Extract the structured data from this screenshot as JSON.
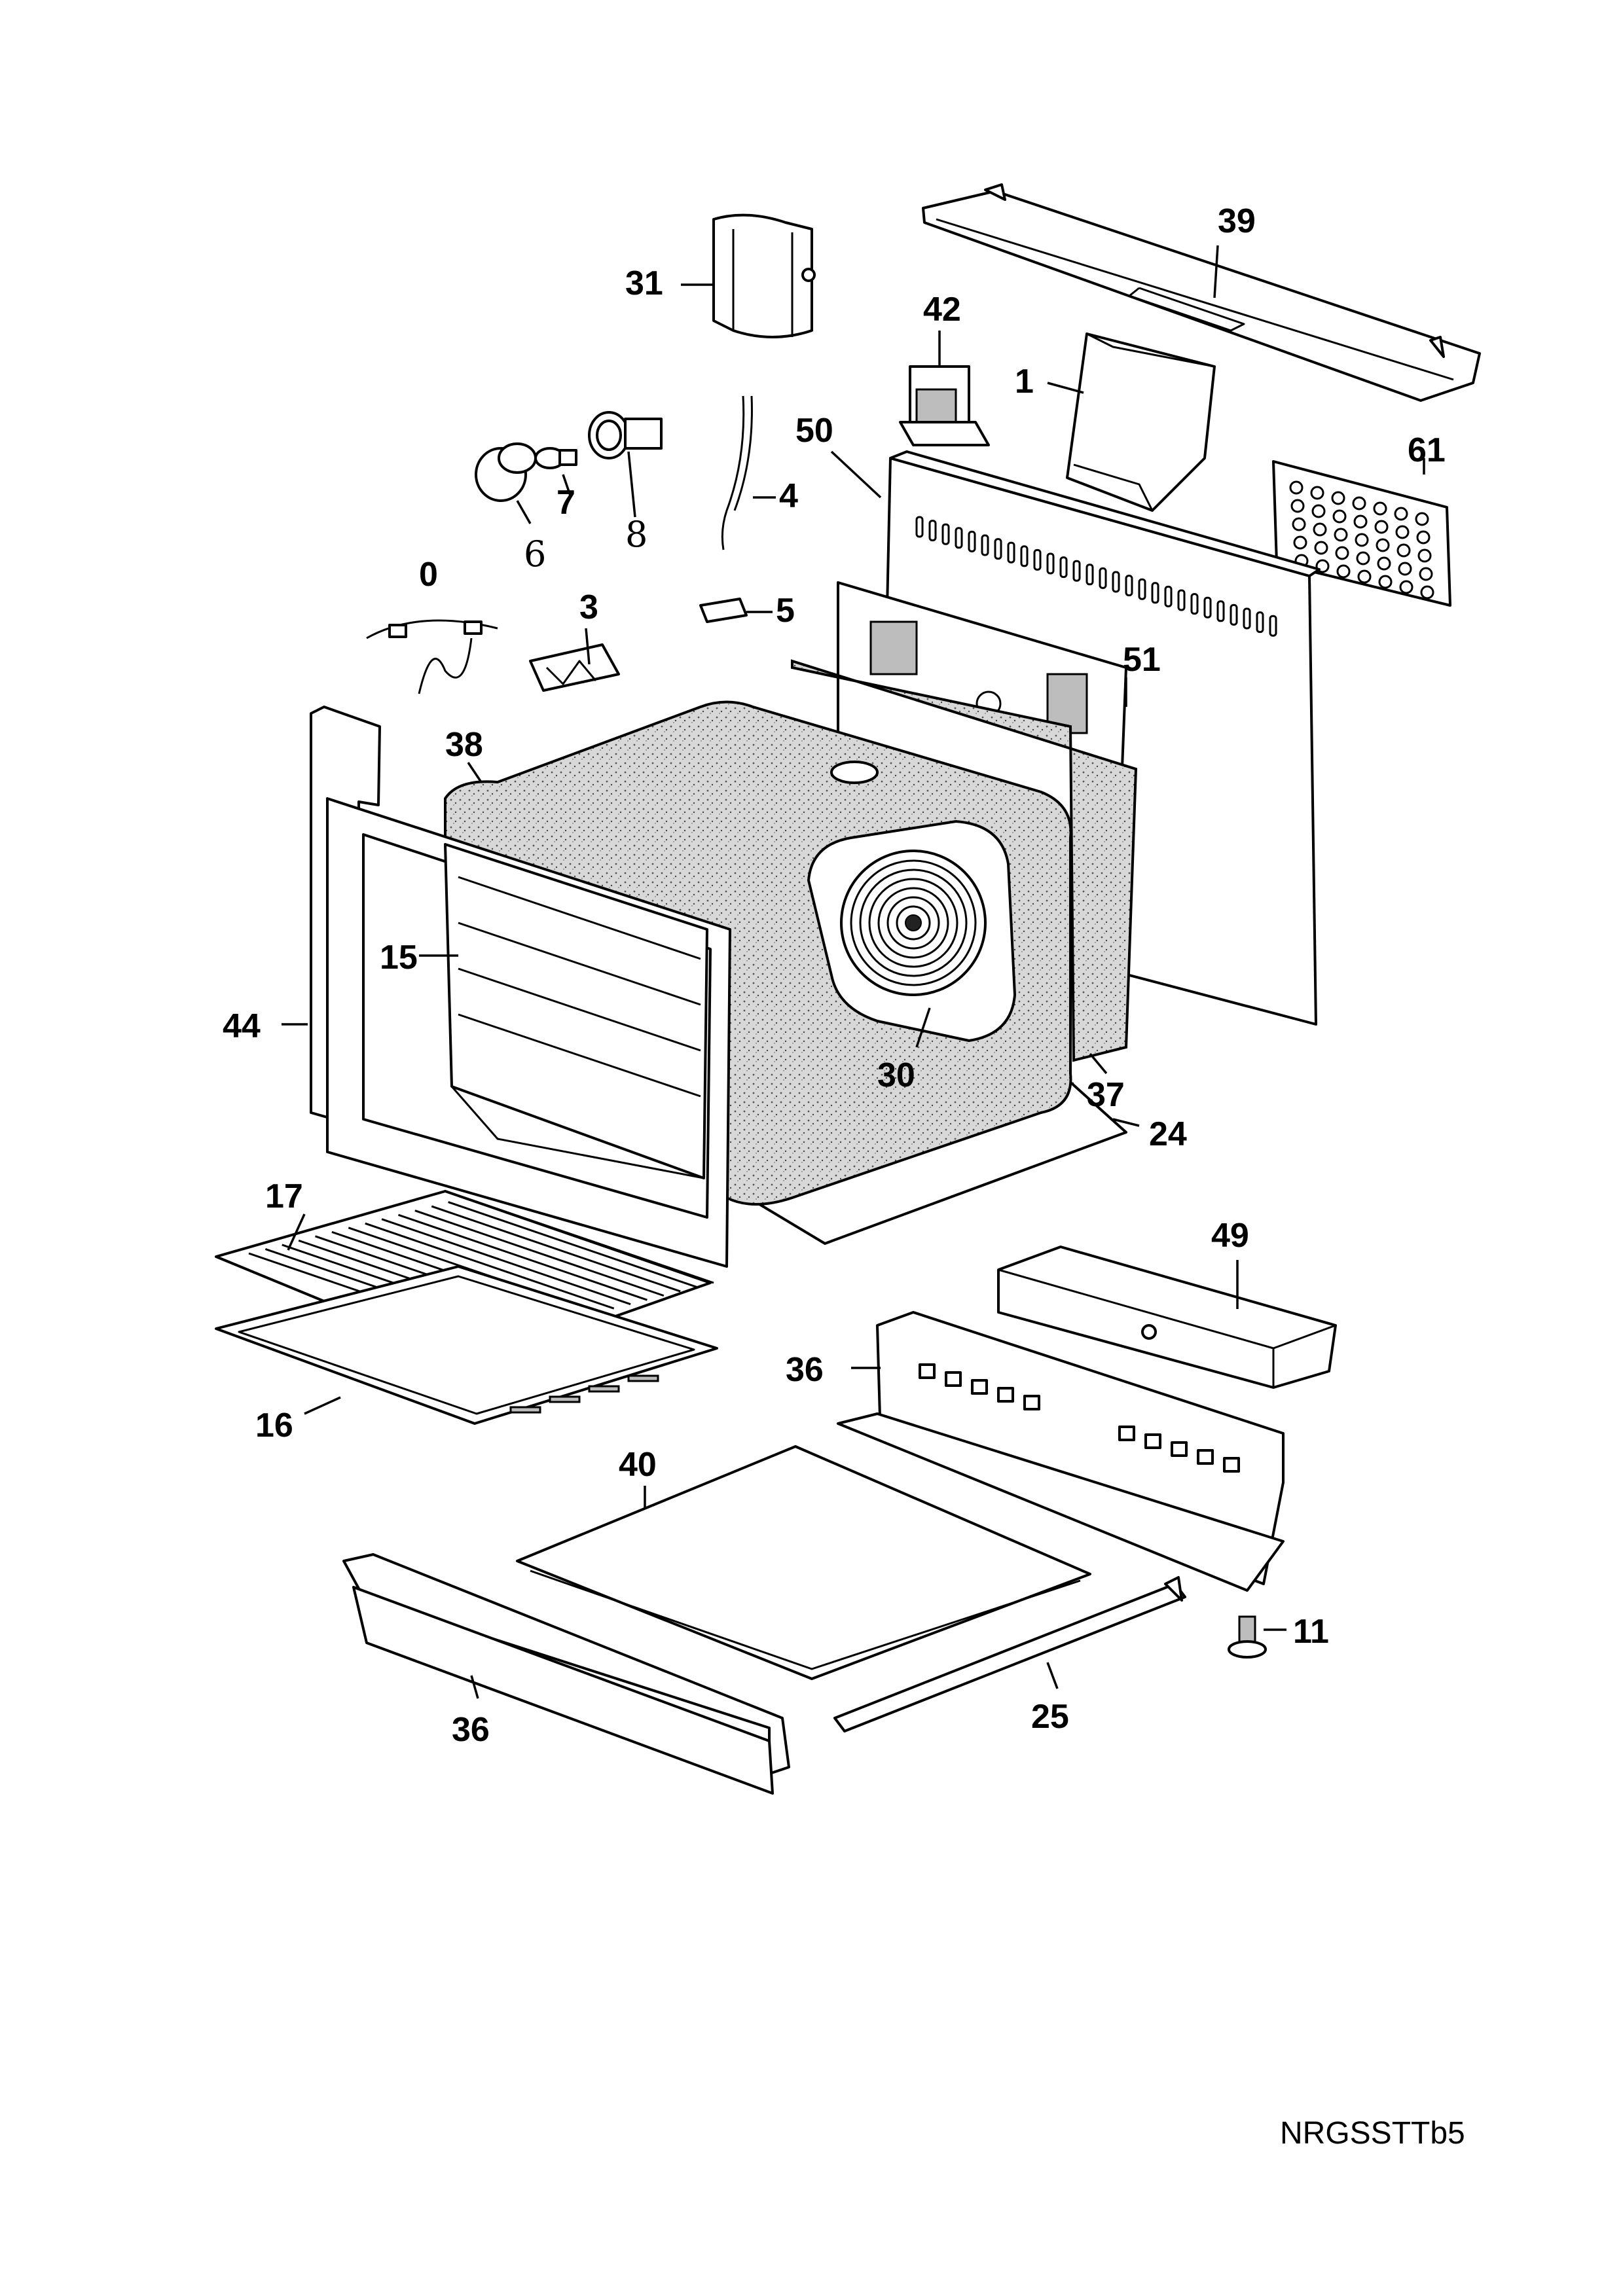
{
  "diagram": {
    "callouts": [
      {
        "id": "c31",
        "label": "31"
      },
      {
        "id": "c39",
        "label": "39"
      },
      {
        "id": "c42",
        "label": "42"
      },
      {
        "id": "c1",
        "label": "1"
      },
      {
        "id": "c50",
        "label": "50"
      },
      {
        "id": "c4",
        "label": "4"
      },
      {
        "id": "c7",
        "label": "7"
      },
      {
        "id": "c6",
        "label": "6"
      },
      {
        "id": "c8",
        "label": "8"
      },
      {
        "id": "c61",
        "label": "61"
      },
      {
        "id": "c0",
        "label": "0"
      },
      {
        "id": "c3",
        "label": "3"
      },
      {
        "id": "c5",
        "label": "5"
      },
      {
        "id": "c51",
        "label": "51"
      },
      {
        "id": "c38",
        "label": "38"
      },
      {
        "id": "c15",
        "label": "15"
      },
      {
        "id": "c44",
        "label": "44"
      },
      {
        "id": "c30",
        "label": "30"
      },
      {
        "id": "c37",
        "label": "37"
      },
      {
        "id": "c24",
        "label": "24"
      },
      {
        "id": "c17",
        "label": "17"
      },
      {
        "id": "c49",
        "label": "49"
      },
      {
        "id": "c36a",
        "label": "36"
      },
      {
        "id": "c16",
        "label": "16"
      },
      {
        "id": "c40",
        "label": "40"
      },
      {
        "id": "c11",
        "label": "11"
      },
      {
        "id": "c36b",
        "label": "36"
      },
      {
        "id": "c25",
        "label": "25"
      }
    ],
    "drawing_code": "NRGSSTTb5"
  }
}
